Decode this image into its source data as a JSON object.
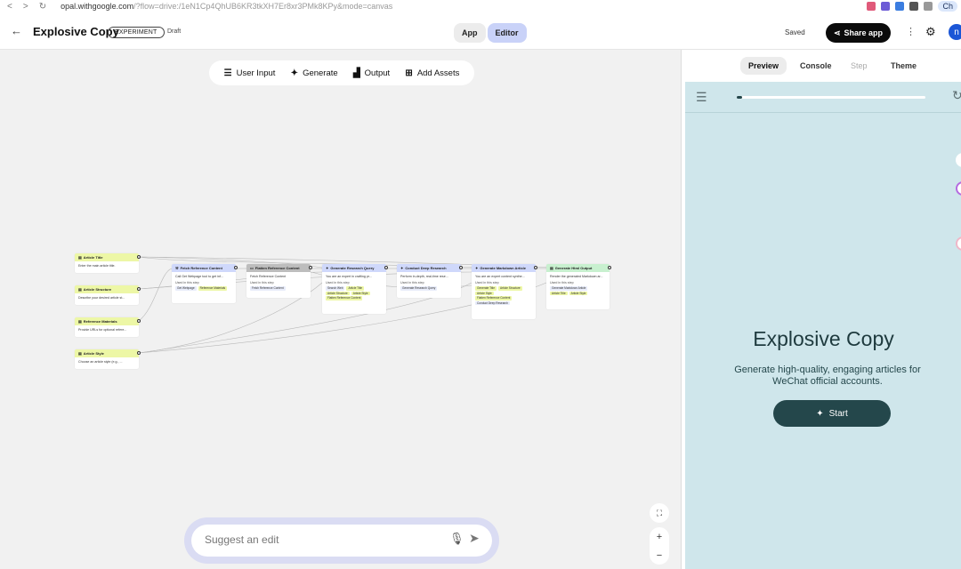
{
  "browser": {
    "url_host": "opal.withgoogle.com",
    "url_rest": "/?flow=drive:/1eN1Cp4QhUB6KR3tkXH7Er8xr3PMk8KPy&mode=canvas",
    "ext_label": "Ch"
  },
  "header": {
    "title": "Explosive Copy",
    "badge": "EXPERIMENT",
    "status": "Draft",
    "modes": [
      "App",
      "Editor"
    ],
    "active_mode": "Editor",
    "saved": "Saved",
    "share_label": "Share app",
    "avatar_initial": "n"
  },
  "toolbar": {
    "items": [
      {
        "label": "User Input",
        "icon": "list-icon"
      },
      {
        "label": "Generate",
        "icon": "sparkle-icon"
      },
      {
        "label": "Output",
        "icon": "bar-chart-icon"
      },
      {
        "label": "Add Assets",
        "icon": "plus-box-icon"
      }
    ]
  },
  "nodes": {
    "article_title": {
      "title": "Article Title",
      "desc": "Enter the main article title.",
      "color": "#edf7a6"
    },
    "article_structure": {
      "title": "Article Structure",
      "desc": "Describe your desired article st...",
      "color": "#edf7a6"
    },
    "reference_materials": {
      "title": "Reference Materials",
      "desc": "Provide URLs for optional refere...",
      "color": "#edf7a6"
    },
    "article_style": {
      "title": "Article Style",
      "desc": "Choose an article style (e.g., ...",
      "color": "#edf7a6"
    },
    "fetch_reference": {
      "title": "Fetch Reference Content",
      "desc": "Call Get Webpage tool to get inf...",
      "used": "Used in this step",
      "chips": [
        "Get Webpage",
        "Reference Materials"
      ],
      "color": "#cfd8fb"
    },
    "flatten_reference": {
      "title": "Flatten Reference Content",
      "desc": "Fetch Reference Content",
      "used": "Used in this step",
      "chips": [
        "Fetch Reference Content"
      ],
      "color": "#bdbdbd"
    },
    "generate_query": {
      "title": "Generate Research Query",
      "desc": "You are an expert in crafting pr...",
      "used": "Used in this step",
      "chips": [
        "Search Web",
        "Article Title",
        "Article Structure",
        "Article Style",
        "Flatten Reference Content"
      ],
      "color": "#cfd8fb"
    },
    "deep_research": {
      "title": "Conduct Deep Research",
      "desc": "Perform in-depth, real-time rese...",
      "used": "Used in this step",
      "chips": [
        "Generate Research Query"
      ],
      "color": "#cfd8fb"
    },
    "markdown_article": {
      "title": "Generate Markdown Article",
      "desc": "You are an expert content synthe...",
      "used": "Used in this step",
      "chips": [
        "Generate Title",
        "Article Structure",
        "Article Style",
        "Flatten Reference Content",
        "Conduct Deep Research"
      ],
      "color": "#cfd8fb"
    },
    "html_output": {
      "title": "Generate Html Output",
      "desc": "Render the generated Markdown ar...",
      "used": "Used in this step",
      "chips": [
        "Generate Markdown Article",
        "Article Title",
        "Article Style"
      ],
      "color": "#c8f0cf"
    }
  },
  "suggest": {
    "placeholder": "Suggest an edit"
  },
  "panel": {
    "tabs": [
      "Preview",
      "Console",
      "Step",
      "Theme"
    ],
    "active_tab": "Preview",
    "disabled_tab": "Step",
    "progress": 0.03,
    "app_title": "Explosive Copy",
    "app_subtitle": "Generate high-quality, engaging articles for WeChat official accounts.",
    "start_label": "Start"
  },
  "colors": {
    "accent": "#24474b",
    "preview_bg": "#cfe6eb",
    "mode_active": "#c9d2f8"
  }
}
